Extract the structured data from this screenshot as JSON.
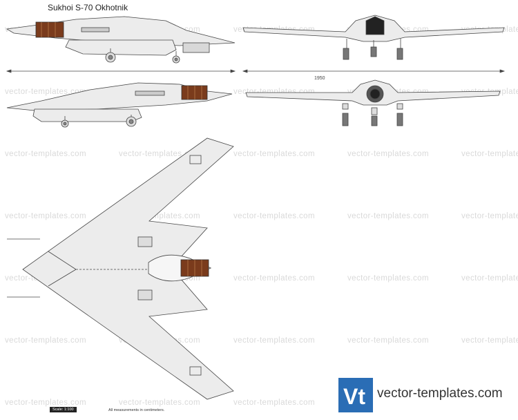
{
  "title": "Sukhoi S-70 Okhotnik",
  "watermark_text": "vector-templates.com",
  "dimension_label": "1950",
  "scale_label": "Scale: 1:100",
  "measurement_note": "All measurements in centimeters.",
  "logo_mark": "Vt",
  "logo_text": "vector-templates.com",
  "colors": {
    "body_fill": "#ececec",
    "outline": "#444444",
    "nozzle": "#7a3b1c",
    "logo_blue": "#2a6db5",
    "watermark": "#d9d9d9"
  }
}
